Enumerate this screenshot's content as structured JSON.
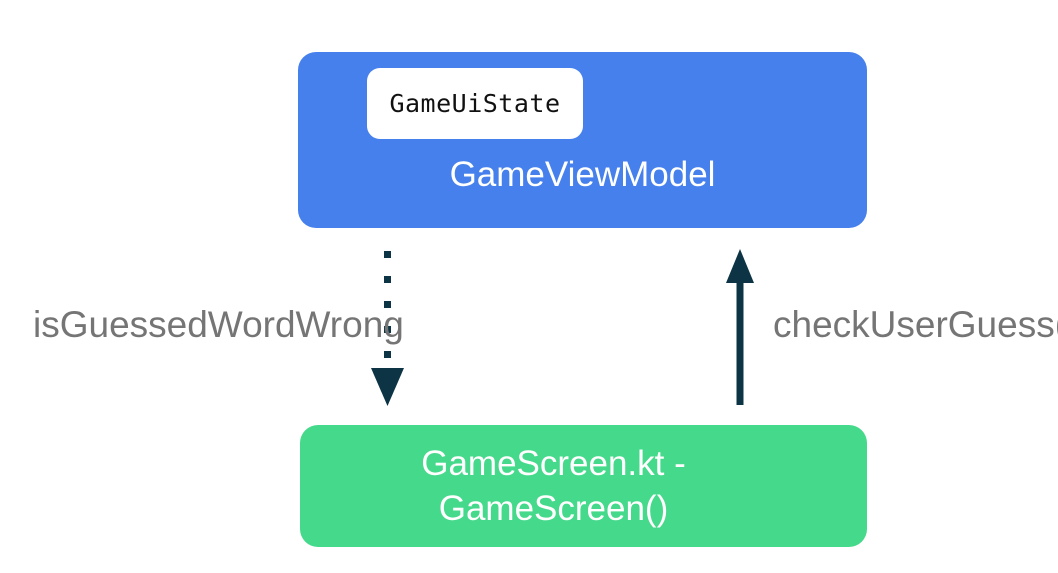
{
  "diagram": {
    "viewmodel_box": {
      "chip_label": "GameUiState",
      "title": "GameViewModel",
      "color": "#4680ec",
      "chip_color": "#ffffff"
    },
    "screen_box": {
      "title_line1": "GameScreen.kt -",
      "title_line2": "GameScreen()",
      "color": "#45d98b"
    },
    "arrows": {
      "down_label": "isGuessedWordWrong",
      "up_label": "checkUserGuess()",
      "color": "#0d3445",
      "label_color": "#757575"
    }
  }
}
